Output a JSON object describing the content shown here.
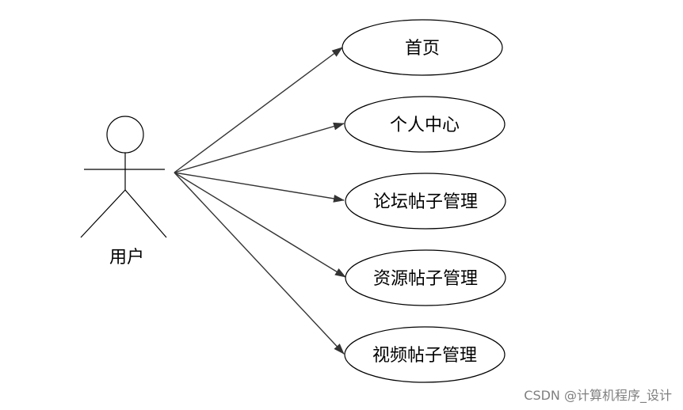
{
  "actor": {
    "label": "用户"
  },
  "use_cases": [
    {
      "label": "首页"
    },
    {
      "label": "个人中心"
    },
    {
      "label": "论坛帖子管理"
    },
    {
      "label": "资源帖子管理"
    },
    {
      "label": "视频帖子管理"
    }
  ],
  "watermark": "CSDN @计算机程序_设计",
  "colors": {
    "stroke": "#000000",
    "background": "#ffffff",
    "watermark": "#7f7f7f"
  }
}
